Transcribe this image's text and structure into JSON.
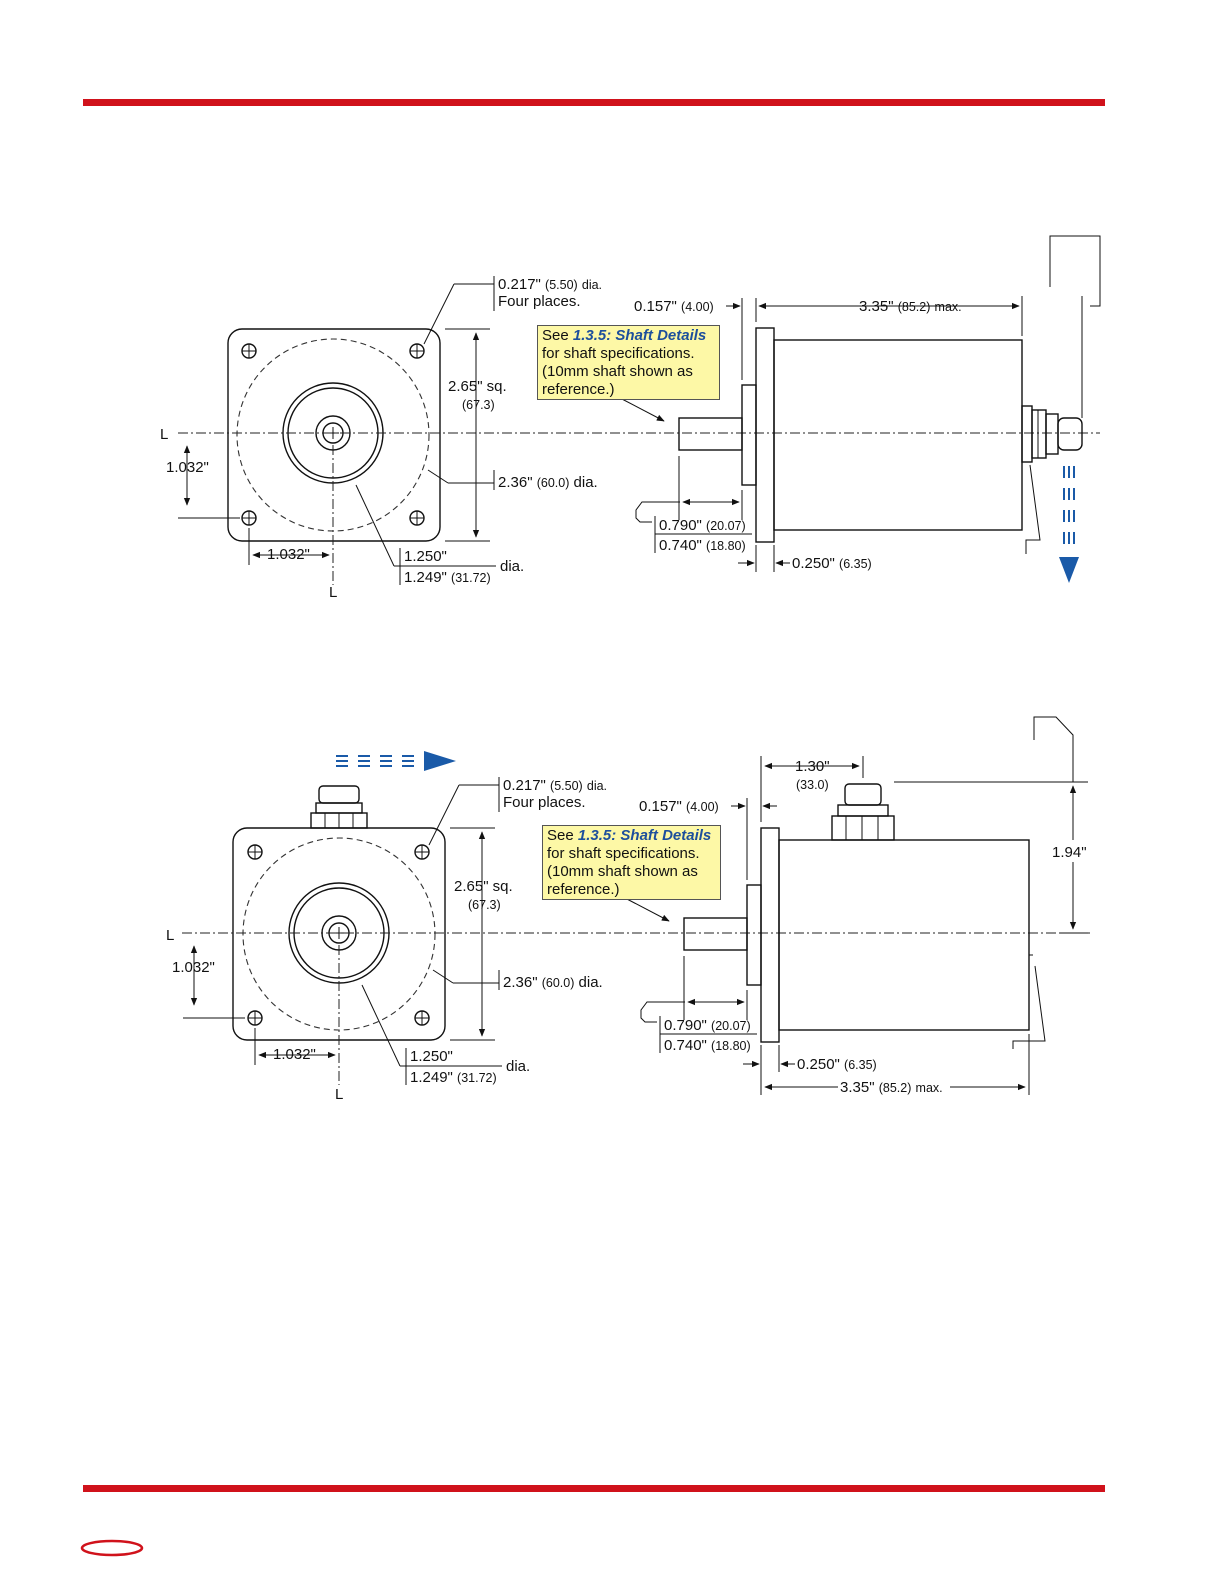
{
  "colors": {
    "rule": "#d0121b",
    "note_fill": "#fdf8a6",
    "arrow": "#1a5aa8"
  },
  "centerline_label": "L",
  "note": {
    "see": "See",
    "ref": "1.3.5: Shaft Details",
    "line2": "for shaft specifications.",
    "line3": "(10mm shaft shown as",
    "line4": "reference.)"
  },
  "dims": {
    "hole_dia": "0.217\"",
    "hole_dia_mm": "(5.50)",
    "dia_suffix": "dia.",
    "four_places": "Four places.",
    "square": "2.65\" sq.",
    "square_mm": "(67.3)",
    "bolt_circle": "2.36\"",
    "bolt_circle_mm": "(60.0)",
    "hole_spacing": "1.032\"",
    "pilot_max": "1.250\"",
    "pilot_min": "1.249\"",
    "pilot_mm": "(31.72)",
    "flange_thk": "0.157\"",
    "flange_thk_mm": "(4.00)",
    "length": "3.35\"",
    "length_mm": "(85.2)",
    "max": "max.",
    "shaft_max": "0.790\"",
    "shaft_max_mm": "(20.07)",
    "shaft_min": "0.740\"",
    "shaft_min_mm": "(18.80)",
    "pilot_depth": "0.250\"",
    "pilot_depth_mm": "(6.35)",
    "connector_offset": "1.30\"",
    "connector_offset_mm": "(33.0)",
    "connector_height": "1.94\""
  }
}
